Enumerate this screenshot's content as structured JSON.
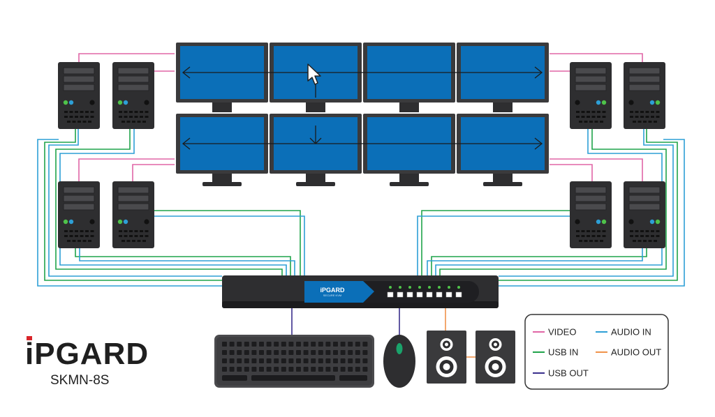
{
  "brand": {
    "logo_text": "iPGARD",
    "model": "SKMN-8S"
  },
  "device": {
    "label": "iPGARD",
    "sublabel": "SECURE KVM",
    "port_count": 8
  },
  "legend": {
    "items": [
      {
        "key": "video",
        "label": "VIDEO",
        "color": "#e066a6"
      },
      {
        "key": "usb_in",
        "label": "USB IN",
        "color": "#1fa34a"
      },
      {
        "key": "usb_out",
        "label": "USB OUT",
        "color": "#3a2f8c"
      },
      {
        "key": "audio_in",
        "label": "AUDIO IN",
        "color": "#2d9fd6"
      },
      {
        "key": "audio_out",
        "label": "AUDIO OUT",
        "color": "#f0934a"
      }
    ]
  },
  "colors": {
    "screen": "#0b6fb8",
    "bezel": "#3a3a3c",
    "dark": "#2e2e30",
    "led_green": "#4fc34a",
    "led_blue": "#2d9fd6"
  },
  "icons": [
    "cursor-arrow-icon",
    "keyboard-icon",
    "mouse-icon",
    "speaker-icon",
    "computer-tower-icon",
    "monitor-icon"
  ]
}
